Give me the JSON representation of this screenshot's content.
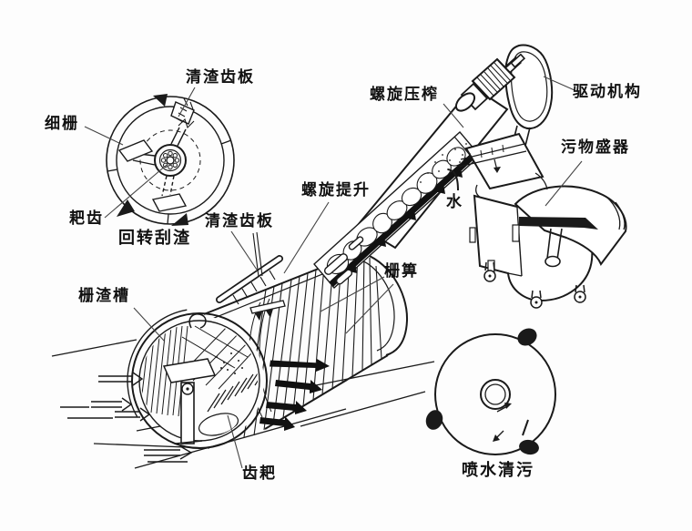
{
  "diagram": {
    "kind": "technical-illustration",
    "subject": "rotary-drum-screen-with-screw-press",
    "labels": {
      "detail_scraper_plate": "清渣齿板",
      "fine_screen": "细栅",
      "rake_teeth": "耙齿",
      "rotary_scraping": "回转刮渣",
      "drum_scraper_plate": "清渣齿板",
      "screw_lift": "螺旋提升",
      "screw_press": "螺旋压榨",
      "drive_mechanism": "驱动机构",
      "waste_container": "污物盛器",
      "water": "水",
      "grate_bars": "栅箅",
      "screenings_trough": "栅渣槽",
      "tooth_rake": "齿耙",
      "water_spray_cleaning": "喷水清污"
    },
    "colors": {
      "line": "#1a1a1a",
      "background": "#fdfdfd"
    }
  }
}
